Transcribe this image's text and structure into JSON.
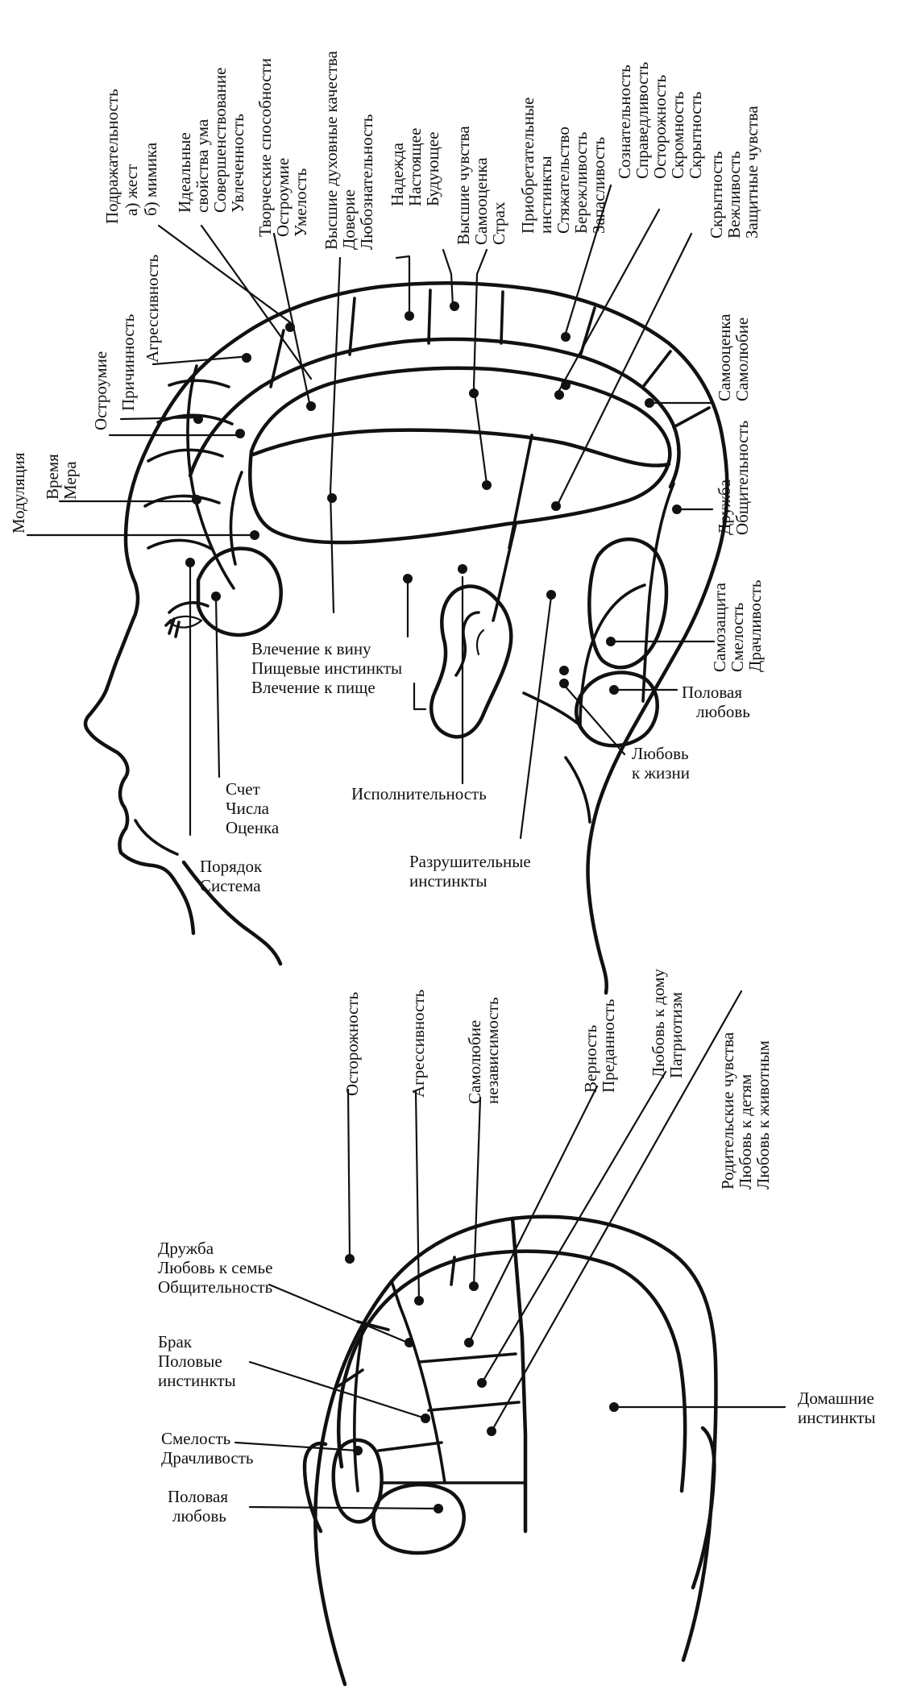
{
  "profile_labels": [
    {
      "id": "podrazh_1",
      "text": "Подражательность"
    },
    {
      "id": "podrazh_2",
      "text": "а)  жест"
    },
    {
      "id": "podrazh_3",
      "text": "б)  мимика"
    },
    {
      "id": "ideal_1",
      "text": "Идеальные"
    },
    {
      "id": "ideal_2",
      "text": "свойства ума"
    },
    {
      "id": "ideal_3",
      "text": "Совершенствование"
    },
    {
      "id": "ideal_4",
      "text": "Увлеченность"
    },
    {
      "id": "tvorch_1",
      "text": "Творческие способности"
    },
    {
      "id": "tvorch_2",
      "text": "Остроумие"
    },
    {
      "id": "tvorch_3",
      "text": "Умелость"
    },
    {
      "id": "vyssh_1",
      "text": "Высшие духовные качества"
    },
    {
      "id": "vyssh_2",
      "text": "Доверие"
    },
    {
      "id": "vyssh_3",
      "text": "Любознательность"
    },
    {
      "id": "nad_1",
      "text": "Надежда"
    },
    {
      "id": "nad_2",
      "text": "Настоящее"
    },
    {
      "id": "nad_3",
      "text": "Будующее"
    },
    {
      "id": "chuv_1",
      "text": "Высшие чувства"
    },
    {
      "id": "chuv_2",
      "text": "Самооценка"
    },
    {
      "id": "chuv_3",
      "text": "Страх"
    },
    {
      "id": "prio_1",
      "text": "Приобретательные"
    },
    {
      "id": "prio_2",
      "text": "инстинкты"
    },
    {
      "id": "prio_3",
      "text": "Стяжательство"
    },
    {
      "id": "prio_4",
      "text": "Бережливость"
    },
    {
      "id": "prio_5",
      "text": "Запасливость"
    },
    {
      "id": "soz_1",
      "text": "Сознательность"
    },
    {
      "id": "soz_2",
      "text": "Справедливость"
    },
    {
      "id": "soz_3",
      "text": "Осторожность"
    },
    {
      "id": "soz_4",
      "text": "Скромность"
    },
    {
      "id": "soz_5",
      "text": "Скрытность"
    },
    {
      "id": "skr_1",
      "text": "Скрытность"
    },
    {
      "id": "skr_2",
      "text": "Вежливость"
    },
    {
      "id": "skr_3",
      "text": "Защитные чувства"
    },
    {
      "id": "agr",
      "text": "Агрессивность"
    },
    {
      "id": "prich",
      "text": "Причинность"
    },
    {
      "id": "ostr",
      "text": "Остроумие"
    },
    {
      "id": "vrem_1",
      "text": "Время"
    },
    {
      "id": "vrem_2",
      "text": "Мера"
    },
    {
      "id": "modul",
      "text": "Модуляция"
    },
    {
      "id": "samo_1",
      "text": "Самооценка"
    },
    {
      "id": "samo_2",
      "text": "Самолюбие"
    },
    {
      "id": "druzh_1",
      "text": "Дружба"
    },
    {
      "id": "druzh_2",
      "text": "Общительность"
    },
    {
      "id": "zash_1",
      "text": "Самозащита"
    },
    {
      "id": "zash_2",
      "text": "Смелость"
    },
    {
      "id": "zash_3",
      "text": "Драчливость"
    },
    {
      "id": "vlech_1",
      "text": "Влечение к вину"
    },
    {
      "id": "vlech_2",
      "text": "Пищевые инстинкты"
    },
    {
      "id": "vlech_3",
      "text": "Влечение к пище"
    },
    {
      "id": "pol_1",
      "text": "Половая"
    },
    {
      "id": "pol_2",
      "text": "любовь"
    },
    {
      "id": "lzh_1",
      "text": "Любовь"
    },
    {
      "id": "lzh_2",
      "text": "к жизни"
    },
    {
      "id": "schet_1",
      "text": "Счет"
    },
    {
      "id": "schet_2",
      "text": "Числа"
    },
    {
      "id": "schet_3",
      "text": "Оценка"
    },
    {
      "id": "ispol",
      "text": "Исполнительность"
    },
    {
      "id": "por_1",
      "text": "Порядок"
    },
    {
      "id": "por_2",
      "text": "Система"
    },
    {
      "id": "razr_1",
      "text": "Разрушительные"
    },
    {
      "id": "razr_2",
      "text": "инстинкты"
    }
  ],
  "back_labels": [
    {
      "id": "b_ostor",
      "text": "Осторожность"
    },
    {
      "id": "b_agr",
      "text": "Агрессивность"
    },
    {
      "id": "b_samol_1",
      "text": "Самолюбие"
    },
    {
      "id": "b_samol_2",
      "text": "независимость"
    },
    {
      "id": "b_vern_1",
      "text": "Верность"
    },
    {
      "id": "b_vern_2",
      "text": "Преданность"
    },
    {
      "id": "b_dom_1",
      "text": "Любовь к дому"
    },
    {
      "id": "b_dom_2",
      "text": "Патриотизм"
    },
    {
      "id": "b_rod_1",
      "text": "Родительские чувства"
    },
    {
      "id": "b_rod_2",
      "text": "Любовь к детям"
    },
    {
      "id": "b_rod_3",
      "text": "Любовь к животным"
    },
    {
      "id": "b_dr_1",
      "text": "Дружба"
    },
    {
      "id": "b_dr_2",
      "text": "Любовь к семье"
    },
    {
      "id": "b_dr_3",
      "text": "Общительность"
    },
    {
      "id": "b_brak_1",
      "text": "Брак"
    },
    {
      "id": "b_brak_2",
      "text": "Половые"
    },
    {
      "id": "b_brak_3",
      "text": "инстинкты"
    },
    {
      "id": "b_sm_1",
      "text": "Смелость"
    },
    {
      "id": "b_sm_2",
      "text": "Драчливость"
    },
    {
      "id": "b_pl_1",
      "text": "Половая"
    },
    {
      "id": "b_pl_2",
      "text": "любовь"
    },
    {
      "id": "b_dom_inst_1",
      "text": "Домашние"
    },
    {
      "id": "b_dom_inst_2",
      "text": "инстинкты"
    }
  ]
}
